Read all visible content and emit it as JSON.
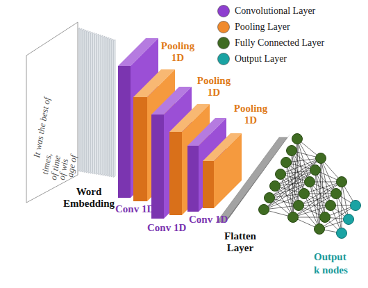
{
  "diagram": {
    "labels": [
      "It was the best of",
      "times,",
      "of time",
      "of wis",
      "age of",
      "Word Embedding",
      "Conv 1D",
      "Pooling 1D",
      "Conv 1D",
      "Pooling 1D",
      "Conv 1D",
      "Pooling 1D",
      "Flatten Layer",
      "Output",
      "k nodes"
    ],
    "legend": [
      {
        "text": "Convolutional Layer",
        "color": "#8e3fcf"
      },
      {
        "text": "Pooling Layer",
        "color": "#f08a2c"
      },
      {
        "text": "Fully Connected Layer",
        "color": "#3f6b22"
      },
      {
        "text": "Output Layer",
        "color": "#1aa3a3"
      }
    ]
  }
}
